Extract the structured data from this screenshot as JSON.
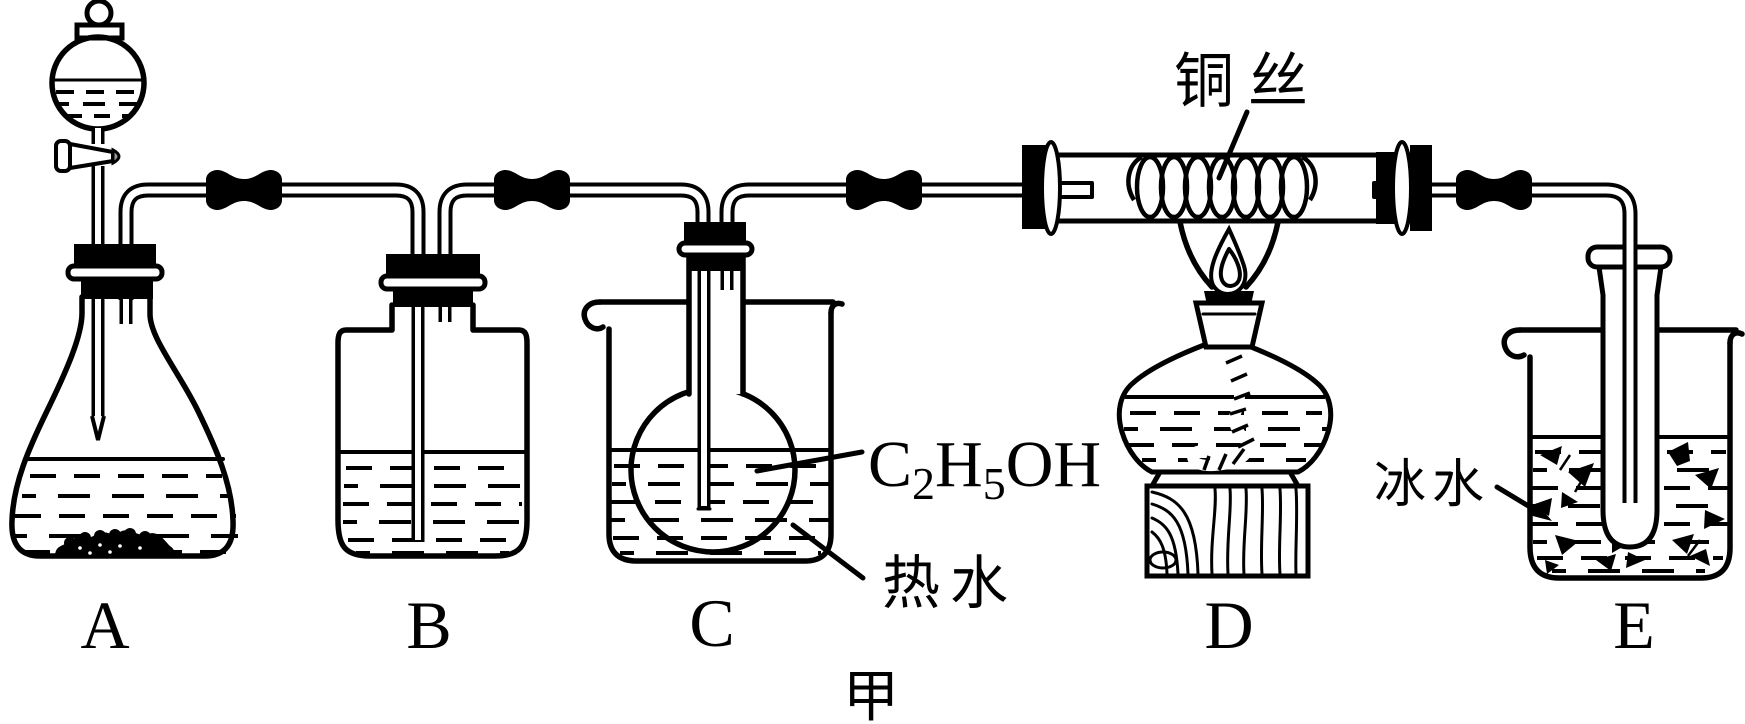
{
  "labels": {
    "a": "A",
    "b": "B",
    "c": "C",
    "d": "D",
    "e": "E",
    "caption": "甲"
  },
  "annotations": {
    "copper_wire": "铜丝",
    "hot_water": "热水",
    "ice_water": "冰水",
    "ethanol": {
      "c": "C",
      "sub2": "2",
      "h": "H",
      "sub5": "5",
      "oh": "OH"
    }
  },
  "colors": {
    "ink": "#000000",
    "paper": "#ffffff",
    "stopcock_tip": "#9a9a9a"
  }
}
